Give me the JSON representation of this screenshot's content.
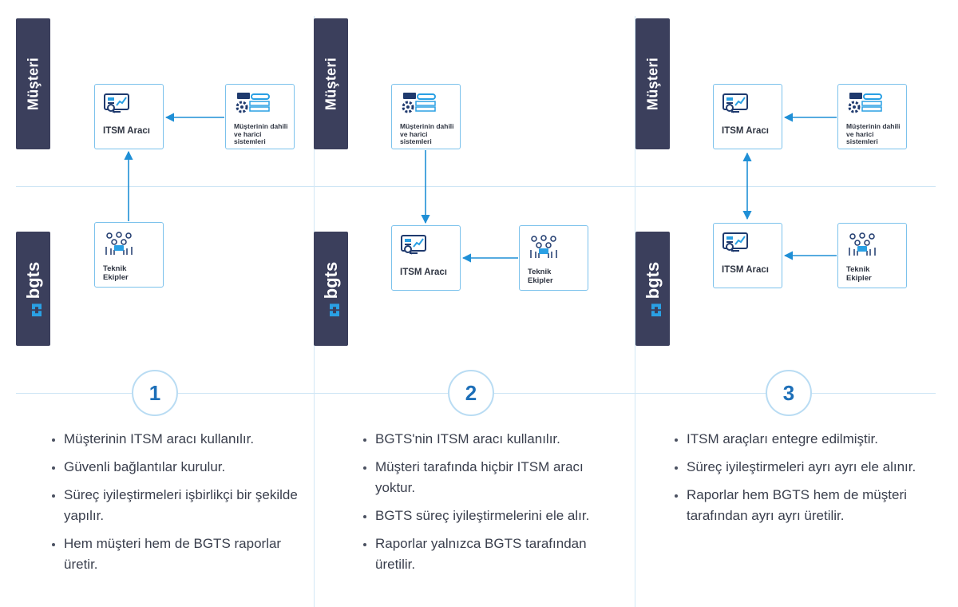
{
  "bands": {
    "customer_label": "Müşteri",
    "brand_label": "bgts"
  },
  "nodes": {
    "itsm_label": "ITSM Aracı",
    "systems_label": "Müşterinin dahili ve harici sistemleri",
    "teams_label": "Teknik Ekipler"
  },
  "colors": {
    "band": "#3b3f5c",
    "node_border": "#7cc2ec",
    "arrow": "#1f8fd6",
    "number": "#1d6fb8",
    "icon_dark": "#1f3a6e",
    "icon_light": "#2aa0e4"
  },
  "scenarios": [
    {
      "number": "1",
      "bullets": [
        "Müşterinin ITSM aracı kullanılır.",
        "Güvenli bağlantılar kurulur.",
        "Süreç iyileştirmeleri işbirlikçi bir şekilde yapılır.",
        "Hem müşteri hem de BGTS raporlar üretir."
      ]
    },
    {
      "number": "2",
      "bullets": [
        "BGTS'nin ITSM aracı kullanılır.",
        "Müşteri tarafında hiçbir ITSM aracı yoktur.",
        "BGTS süreç iyileştirmelerini ele alır.",
        "Raporlar yalnızca BGTS tarafından üretilir."
      ]
    },
    {
      "number": "3",
      "bullets": [
        "ITSM araçları entegre edilmiştir.",
        "Süreç iyileştirmeleri ayrı ayrı ele alınır.",
        "Raporlar hem BGTS hem de müşteri tarafından ayrı ayrı üretilir."
      ]
    }
  ]
}
